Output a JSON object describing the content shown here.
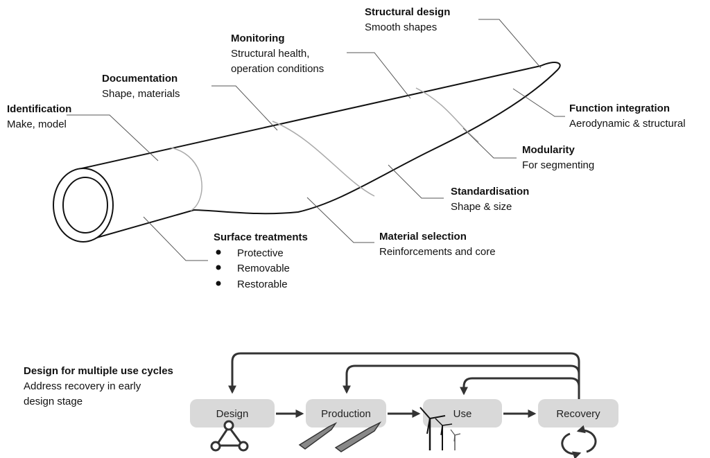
{
  "annotations": {
    "identification": {
      "title": "Identification",
      "text": "Make, model"
    },
    "documentation": {
      "title": "Documentation",
      "text": "Shape, materials"
    },
    "monitoring": {
      "title": "Monitoring",
      "line1": "Structural health,",
      "line2": "operation conditions"
    },
    "structural_design": {
      "title": "Structural design",
      "text": "Smooth shapes"
    },
    "function_integration": {
      "title": "Function integration",
      "text": "Aerodynamic & structural"
    },
    "modularity": {
      "title": "Modularity",
      "text": "For segmenting"
    },
    "standardisation": {
      "title": "Standardisation",
      "text": "Shape & size"
    },
    "material_selection": {
      "title": "Material selection",
      "text": "Reinforcements and core"
    },
    "surface_treatments": {
      "title": "Surface treatments",
      "items": [
        "Protective",
        "Removable",
        "Restorable"
      ]
    }
  },
  "cycle": {
    "title": "Design for multiple use cycles",
    "line1": "Address recovery in early",
    "line2": "design stage",
    "stages": [
      "Design",
      "Production",
      "Use",
      "Recovery"
    ]
  },
  "colors": {
    "stage_fill": "#d9d9d9",
    "arrow": "#333333",
    "outline": "#111111"
  },
  "icons": [
    "triangle-network-icon",
    "blade-segments-icon",
    "wind-turbines-icon",
    "recycle-arrows-icon"
  ]
}
